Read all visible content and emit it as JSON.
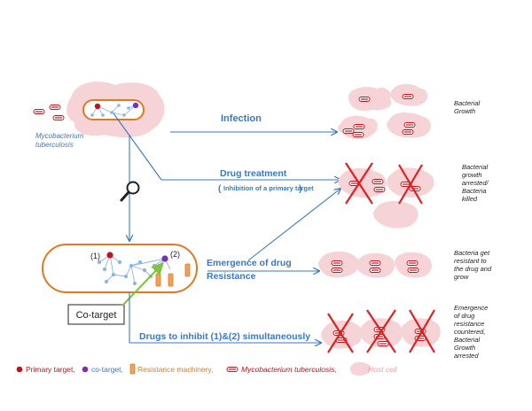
{
  "labels": {
    "mtb_line1": "Mycobacterium",
    "mtb_line2": "tuberculosis",
    "infection": "Infection",
    "drug_treatment": "Drug treatment",
    "drug_treatment_sub_open": "(",
    "drug_treatment_sub": "Inhibition of a primary target",
    "drug_treatment_sub_close": ")",
    "emergence_line1": "Emergence of drug",
    "emergence_line2": "Resistance",
    "drugs_inhibit": "Drugs to inhibit (1)&(2) simultaneously",
    "co_target": "Co-target",
    "num1": "(1)",
    "num2": "(2)"
  },
  "outcomes": {
    "growth": [
      "Bacterial",
      "Growth"
    ],
    "arrested": [
      "Bacterial",
      "growth",
      "arrested/",
      "Bacteria",
      "killed"
    ],
    "resistant": [
      "Bacteria get",
      "resistant to",
      "the drug and",
      "grow"
    ],
    "countered": [
      "Emergence",
      "of drug",
      "resistance",
      "countered,",
      "Bacterial",
      "Growth",
      "arrested"
    ]
  },
  "legend": {
    "primary": "Primary target,",
    "co": "co-target,",
    "resistance": "Resistance machinery,",
    "mtb": "Mycobacterium tuberculosis,",
    "host": "Host cell"
  },
  "colors": {
    "arrow": "#3b78c4",
    "host_cell": "#f6d3d6",
    "cell_border": "#e07a1f",
    "primary_target": "#c0141c",
    "co_target": "#7b2fb8",
    "network": "#8fb4e0",
    "resistance": "#f0a060",
    "cross": "#e02020",
    "co_target_arrow": "#7fc341",
    "legend_red": "#c0141c",
    "legend_purple": "#7b2fb8",
    "legend_orange": "#e07a1f",
    "legend_pink": "#e8a0a8"
  }
}
